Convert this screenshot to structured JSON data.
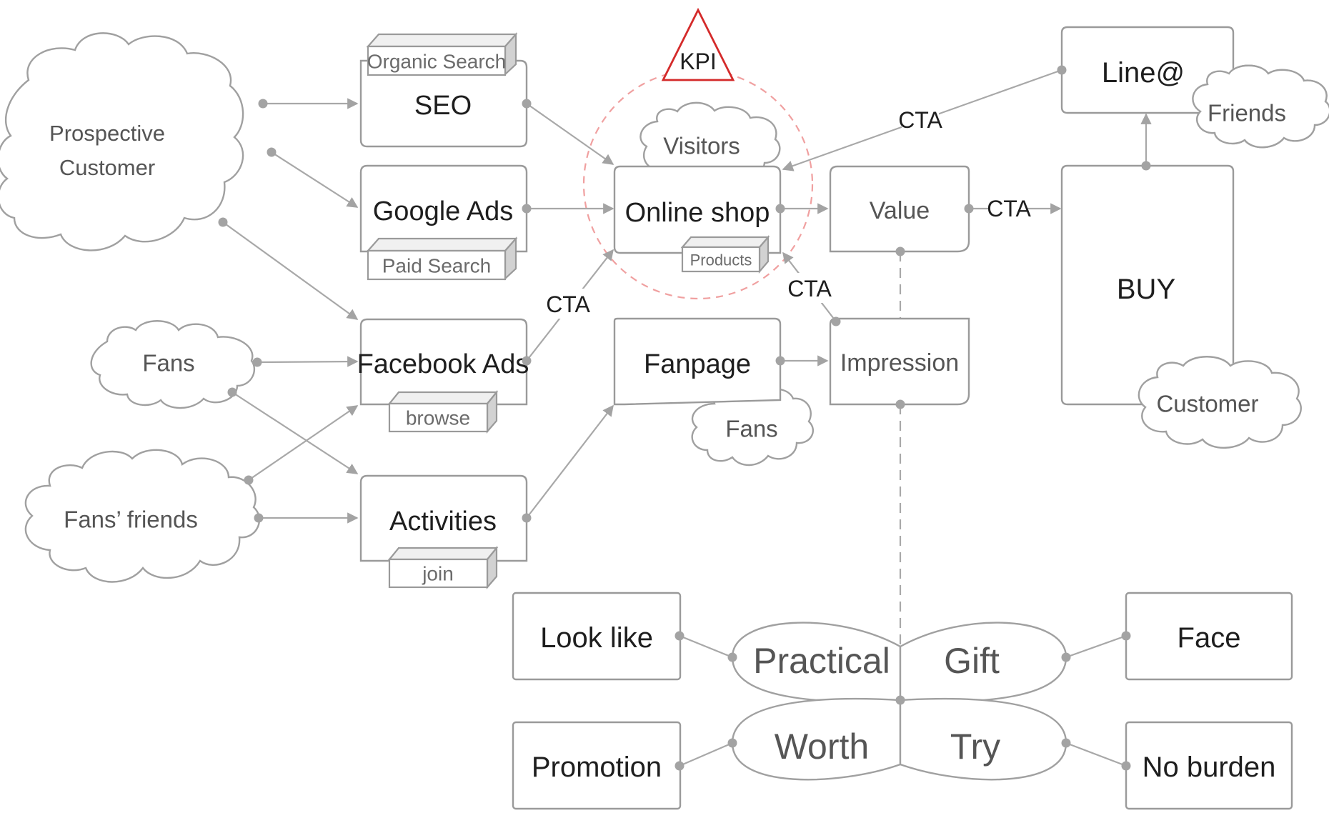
{
  "clouds": {
    "prospective_customer": "Prospective Customer",
    "fans_left": "Fans",
    "fans_friends": "Fans’ friends",
    "visitors": "Visitors",
    "fans_fanpage": "Fans",
    "friends": "Friends",
    "customer": "Customer"
  },
  "channels": {
    "seo": "SEO",
    "seo_tag": "Organic Search",
    "google_ads": "Google Ads",
    "google_ads_tag": "Paid Search",
    "facebook_ads": "Facebook Ads",
    "facebook_ads_tag": "browse",
    "activities": "Activities",
    "activities_tag": "join"
  },
  "center": {
    "kpi": "KPI",
    "online_shop": "Online shop",
    "products_tag": "Products",
    "fanpage": "Fanpage",
    "value": "Value",
    "impression": "Impression"
  },
  "right": {
    "line": "Line@",
    "buy": "BUY"
  },
  "cta_labels": {
    "facebook_to_shop": "CTA",
    "impression_to_shop": "CTA",
    "line_to_shop": "CTA",
    "value_to_buy": "CTA"
  },
  "bottom": {
    "petals": {
      "practical": "Practical",
      "gift": "Gift",
      "worth": "Worth",
      "try": "Try"
    },
    "boxes": {
      "look_like": "Look like",
      "face": "Face",
      "promotion": "Promotion",
      "no_burden": "No burden"
    }
  },
  "colors": {
    "kpi_accent": "#d42a2a",
    "kpi_circle": "#f0a0a0",
    "stroke": "#9a9a9a"
  }
}
